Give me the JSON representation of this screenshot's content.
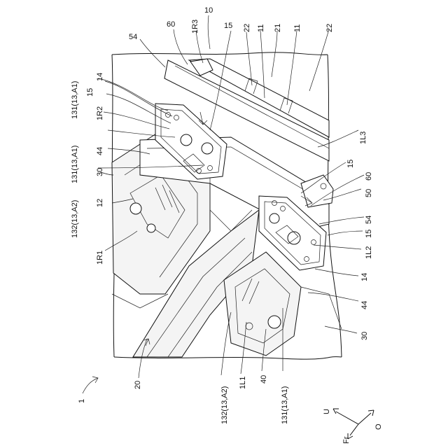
{
  "figure": {
    "figure_ref": "1",
    "labels": {
      "l54_top": "54",
      "l60_top": "60",
      "l1R3": "1R3",
      "l10": "10",
      "l15_top": "15",
      "l22_a": "22",
      "l11_a": "11",
      "l21": "21",
      "l11_b": "11",
      "l22_b": "22",
      "l131_a1_top": "131(13,A1)",
      "l14_top": "14",
      "l15_mid": "15",
      "l1R2": "1R2",
      "l131_left": "131(13,A1)",
      "l44_left": "44",
      "l132_left": "132(13,A2)",
      "l30_left": "30",
      "l12": "12",
      "l1R1": "1R1",
      "l1L3": "1L3",
      "l15_right": "15",
      "l60_right": "60",
      "l50": "50",
      "l54_right": "54",
      "l15_right2": "15",
      "l1L2": "1L2",
      "l14_right": "14",
      "l44_right": "44",
      "l30_right": "30",
      "l20": "20",
      "l132_bottom": "132(13,A2)",
      "l1L1": "1L1",
      "l40": "40",
      "l131_bottom": "131(13,A1)"
    },
    "axes": {
      "up": "U",
      "front": "Fr",
      "outside": "O"
    }
  }
}
